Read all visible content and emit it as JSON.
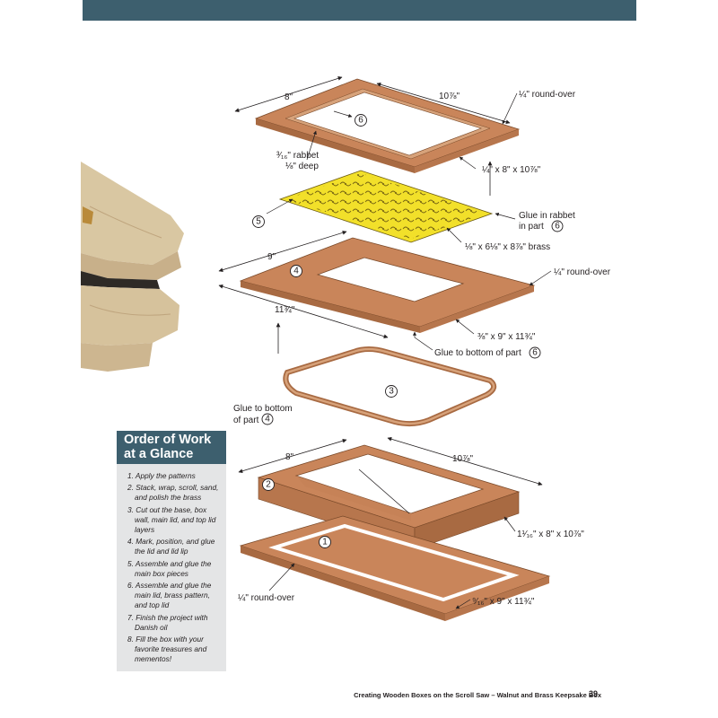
{
  "labels": {
    "p6_width": "8\"",
    "p6_length": "10⅞\"",
    "p6_roundover": "¼\" round-over",
    "rabbet_line1": "³⁄₁₆\" rabbet",
    "rabbet_line2": "⅛\" deep",
    "p6_size": "¼\" x 8\" x 10⅞\"",
    "glue_rabbet_line1": "Glue in rabbet",
    "glue_rabbet_line2": "in part",
    "brass_size": "⅛\" x 6⅛\" x 8⅞\" brass",
    "p4_width": "9\"",
    "p4_roundover": "¼\" round-over",
    "p4_length": "11¾\"",
    "p4_size": "⅜\" x 9\" x 11¾\"",
    "glue_bottom6": "Glue to bottom of part",
    "glue_bottom4_line1": "Glue to bottom",
    "glue_bottom4_line2": "of part",
    "p2_width": "8\"",
    "p2_length": "10⅞\"",
    "p2_size": "1¹⁄₁₆\" x 8\" x 10⅞\"",
    "p1_roundover": "¼\" round-over",
    "p1_size": "⁹⁄₁₆\" x 9\" x 11¾\""
  },
  "part_numbers": {
    "p1": "1",
    "p2": "2",
    "p3": "3",
    "p4": "4",
    "p5": "5",
    "p6": "6",
    "ref6": "6",
    "ref6b": "6",
    "ref4": "4"
  },
  "sidebar": {
    "title_line1": "Order of Work",
    "title_line2": "at a Glance",
    "steps": [
      "1. Apply the patterns",
      "2. Stack, wrap, scroll, sand, and polish the brass",
      "3. Cut out the base, box wall, main lid, and top lid layers",
      "4. Mark, position, and glue the lid and lid lip",
      "5. Assemble and glue the main box pieces",
      "6. Assemble and glue the main lid, brass pattern, and top lid",
      "7. Finish the project with Danish oil",
      "8. Fill the box with your favorite treasures and mementos!"
    ]
  },
  "footer": {
    "text": "Creating Wooden Boxes on the Scroll Saw  –  Walnut and Brass Keepsake Box",
    "page": "39"
  },
  "colors": {
    "header_bar": "#3d5f6e",
    "wood": "#c9855a",
    "wood_dark": "#a86a42",
    "brass": "#f2e02a",
    "sidebar_bg": "#e4e5e6"
  }
}
